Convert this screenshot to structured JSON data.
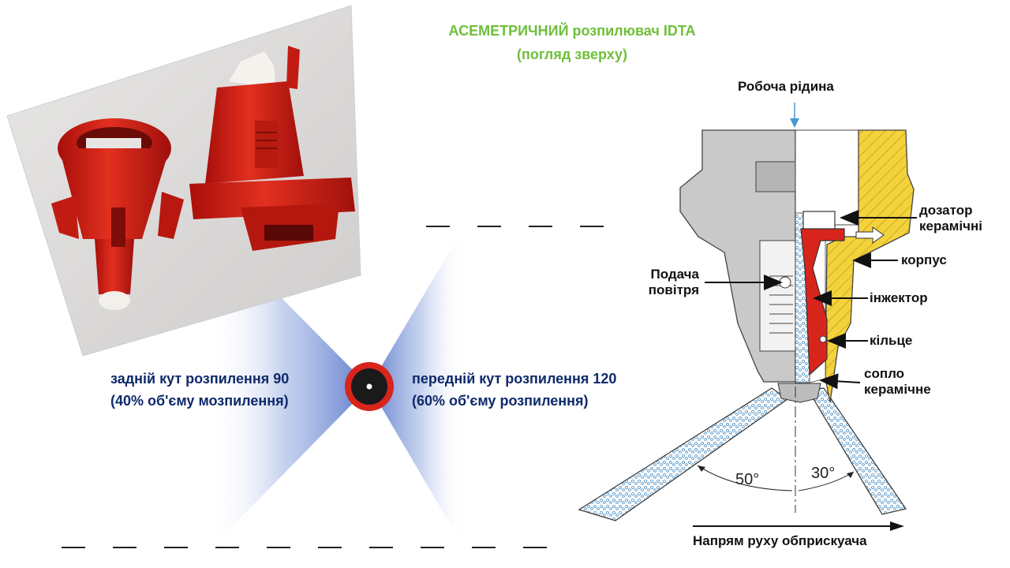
{
  "header": {
    "title_line1": "АСЕМЕТРИЧНИЙ розпилювач IDTA",
    "title_line2": "(погляд зверху)"
  },
  "top_view": {
    "rear_line1": "задній кут розпилення 90",
    "rear_line2": "(40% об'єму мозпилення)",
    "front_line1": "передній кут розпилення  120",
    "front_line2": "(60% об'єму розпилення)"
  },
  "section": {
    "fluid_label": "Робоча рідина",
    "dosator_line1": "дозатор",
    "dosator_line2": "керамічні",
    "body_label": "корпус",
    "air_line1": "Подача",
    "air_line2": "повітря",
    "injector_label": "інжектор",
    "ring_label": "кільце",
    "nozzle_line1": "сопло",
    "nozzle_line2": "керамічне",
    "angle_left": "50°",
    "angle_right": "30°",
    "direction_label": "Напрям руху обприскуача"
  },
  "colors": {
    "title": "#6fbf3a",
    "label_navy": "#0e2a6b",
    "nozzle_red": "#d8251c",
    "body_yellow": "#f4d23c",
    "fan_blue": "#3f63c2"
  }
}
